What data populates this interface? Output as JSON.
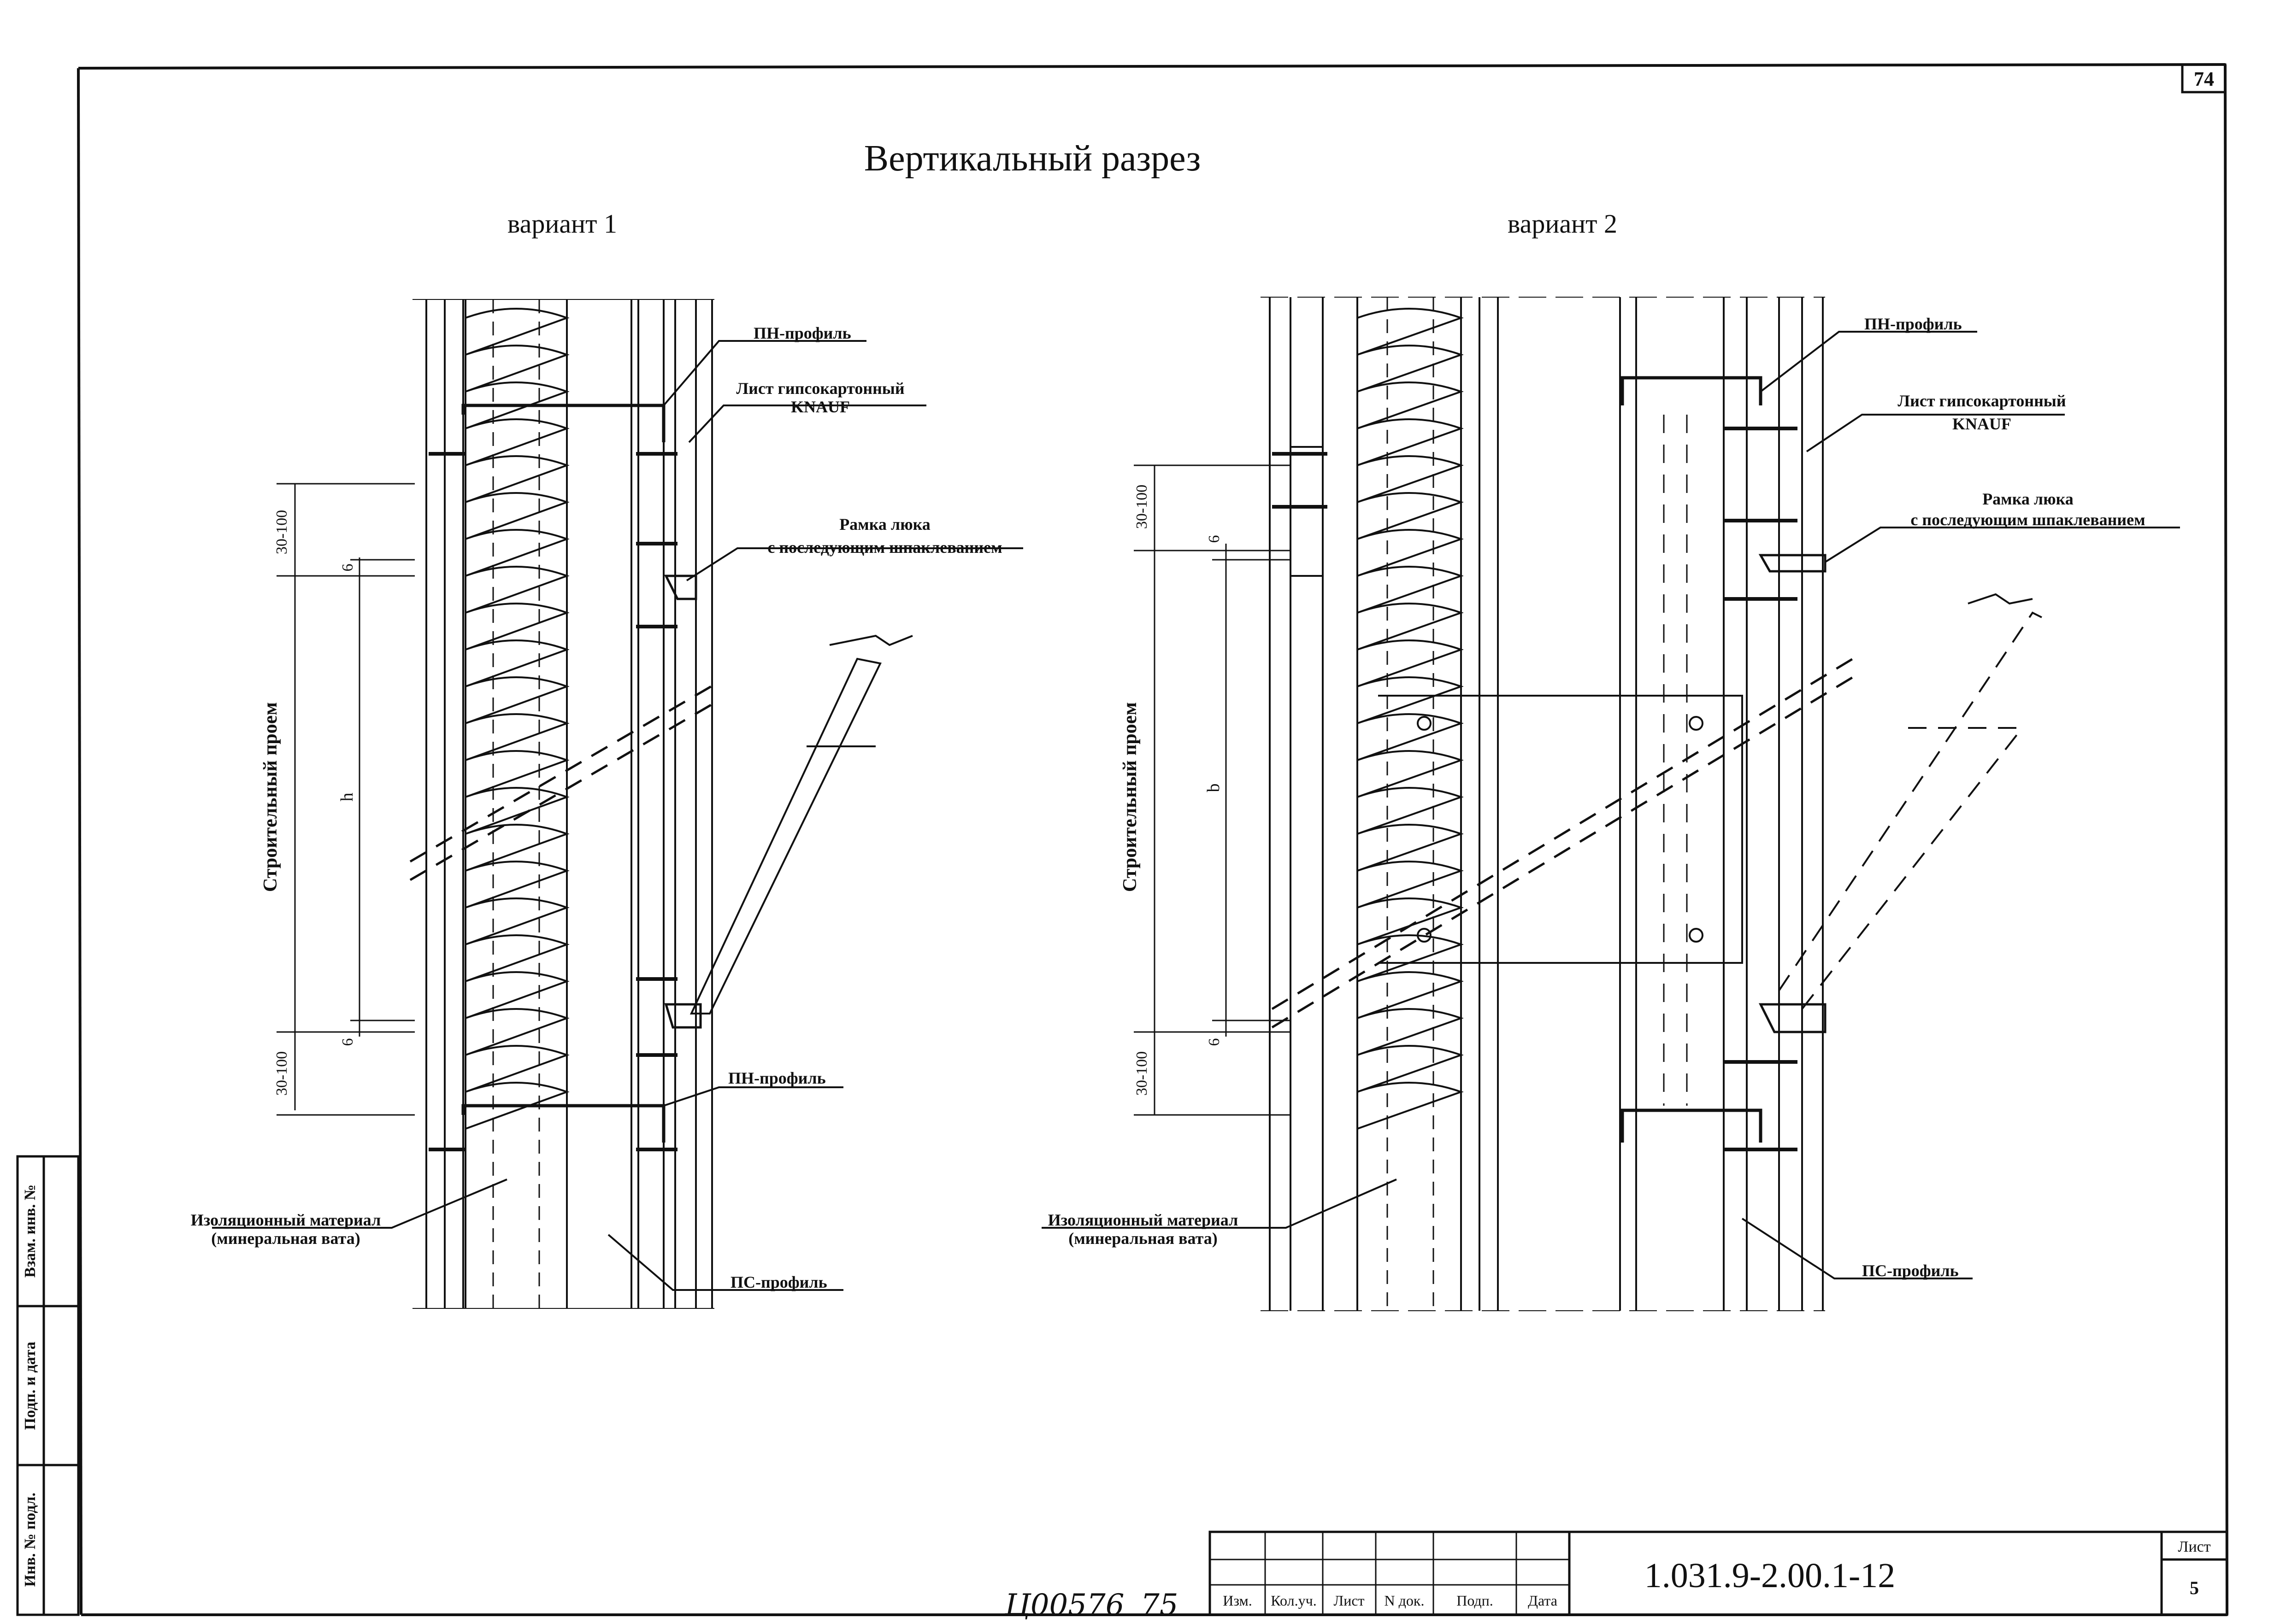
{
  "sheet": {
    "page_number": "74",
    "title": "Вертикальный разрез",
    "handwritten_code": "Ц00576",
    "handwritten_number": "75"
  },
  "variant1": {
    "heading": "вариант 1",
    "labels": {
      "pn_profile_top": "ПН-профиль",
      "gypsum_sheet_line1": "Лист гипсокартонный",
      "gypsum_sheet_line2": "KNAUF",
      "hatch_frame_line1": "Рамка люка",
      "hatch_frame_line2": "с последующим шпаклеванием",
      "pn_profile_bottom": "ПН-профиль",
      "insulation_line1": "Изоляционный материал",
      "insulation_line2": "(минеральная вата)",
      "ps_profile": "ПС-профиль"
    },
    "dims": {
      "opening": "Строительный проем",
      "top_gap": "30-100",
      "top_offset": "6",
      "height": "h",
      "bottom_offset": "6",
      "bottom_gap": "30-100"
    }
  },
  "variant2": {
    "heading": "вариант 2",
    "labels": {
      "pn_profile": "ПН-профиль",
      "gypsum_sheet_line1": "Лист гипсокартонный",
      "gypsum_sheet_line2": "KNAUF",
      "hatch_frame_line1": "Рамка люка",
      "hatch_frame_line2": "с последующим шпаклеванием",
      "insulation_line1": "Изоляционный материал",
      "insulation_line2": "(минеральная вата)",
      "ps_profile": "ПС-профиль"
    },
    "dims": {
      "opening": "Строительный проем",
      "top_gap": "30-100",
      "top_offset": "6",
      "height": "b",
      "bottom_offset": "6",
      "bottom_gap": "30-100"
    }
  },
  "side_stamp": {
    "field1": "Взам. инв. №",
    "field2": "Подп. и дата",
    "field3": "Инв. № подл."
  },
  "title_block": {
    "document_code": "1.031.9-2.00.1-12",
    "sheet_label": "Лист",
    "sheet_number": "5",
    "columns": [
      "Изм.",
      "Кол.уч.",
      "Лист",
      "N док.",
      "Подп.",
      "Дата"
    ]
  }
}
